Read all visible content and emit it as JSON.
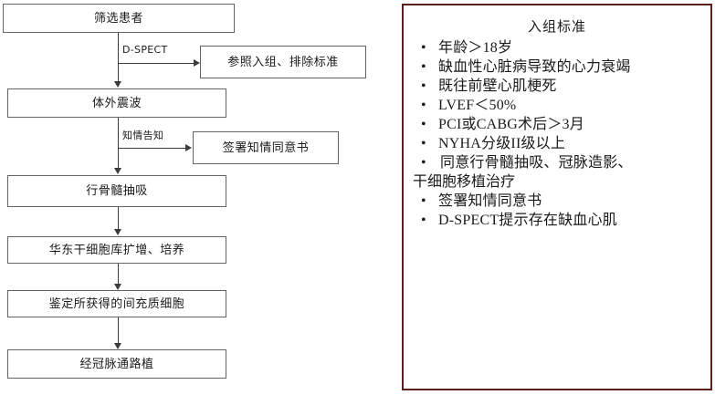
{
  "flowchart": {
    "nodes": [
      {
        "id": "screen",
        "label": "筛选患者"
      },
      {
        "id": "criteria-ref",
        "label": "参照入组、排除标准"
      },
      {
        "id": "eswt",
        "label": "体外震波"
      },
      {
        "id": "consent-form",
        "label": "签署知情同意书"
      },
      {
        "id": "marrow",
        "label": "行骨髓抽吸"
      },
      {
        "id": "expand",
        "label": "华东干细胞库扩增、培养"
      },
      {
        "id": "identify",
        "label": "鉴定所获得的间充质细胞"
      },
      {
        "id": "implant",
        "label": "经冠脉通路植"
      }
    ],
    "edge_labels": [
      {
        "id": "dspect",
        "label": "D-SPECT"
      },
      {
        "id": "inform",
        "label": "知情告知"
      }
    ]
  },
  "criteria": {
    "title": "入组标准",
    "bullet_glyph": "•",
    "items": [
      {
        "text": "年龄＞18岁"
      },
      {
        "text": "缺血性心脏病导致的心力衰竭"
      },
      {
        "text": "既往前壁心肌梗死"
      },
      {
        "text": "LVEF＜50%"
      },
      {
        "text": "PCI或CABG术后＞3月"
      },
      {
        "text": "NYHA分级II级以上"
      },
      {
        "text": "同意行骨髓抽吸、冠脉造影、",
        "continuation": "干细胞移植治疗"
      },
      {
        "text": "签署知情同意书"
      },
      {
        "text": "D-SPECT提示存在缺血心肌"
      }
    ]
  },
  "colors": {
    "panel_border": "#5c1f1f",
    "box_border": "#636363",
    "line": "#3b3b3b",
    "text": "#1a1a1a",
    "background": "#ffffff"
  }
}
